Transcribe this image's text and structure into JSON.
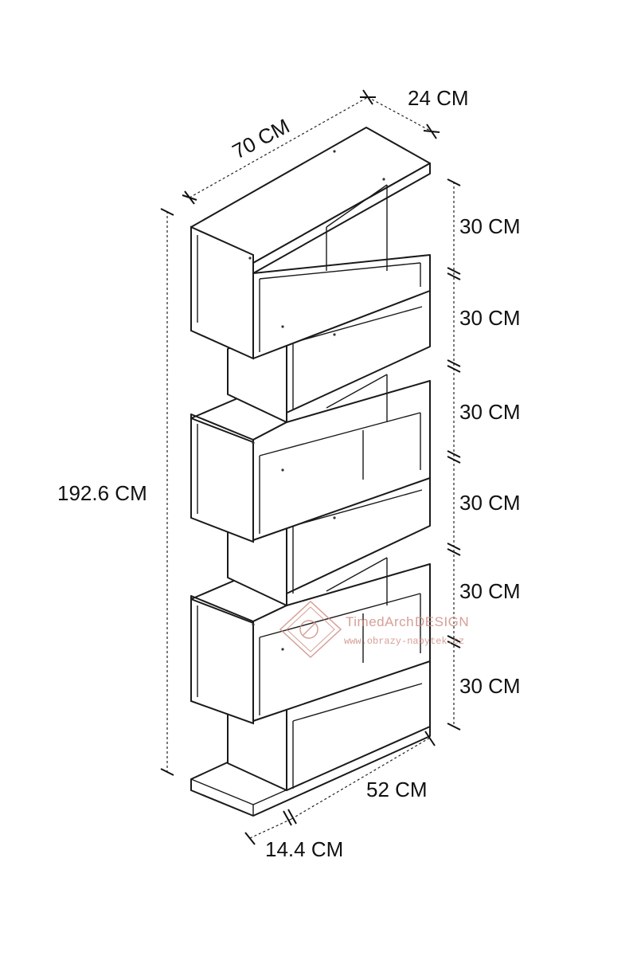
{
  "dimensions": {
    "width": "70 CM",
    "depth": "24 CM",
    "height": "192.6 CM",
    "shelf_heights": [
      "30 CM",
      "30 CM",
      "30 CM",
      "30 CM",
      "30 CM",
      "30 CM"
    ],
    "base_width": "52 CM",
    "base_offset": "14.4 CM"
  },
  "watermark": {
    "brand_part1": "TimedArch",
    "brand_part2": "DESIGN",
    "url": "www.obrazy-nabytek.cz",
    "color": "#cf8f84"
  },
  "colors": {
    "lines": "#1a1a1a",
    "background": "#ffffff"
  }
}
